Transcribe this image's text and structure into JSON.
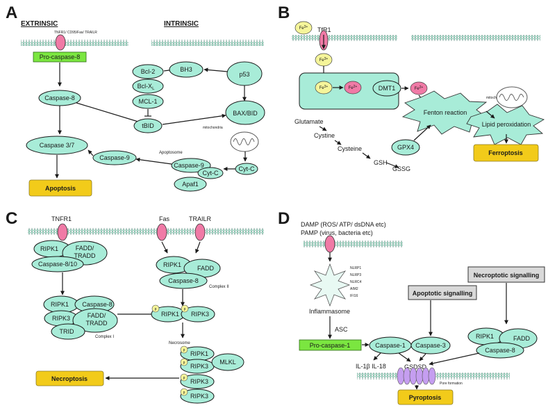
{
  "panels": {
    "A": {
      "letter": "A",
      "extrinsic": "EXTRINSIC",
      "intrinsic": "INTRINSIC",
      "receptors": "TNFR1/ CD95/Fas/ TRAILR",
      "pro_caspase8": "Pro-caspase-8",
      "caspase8": "Caspase-8",
      "caspase37": "Caspase 3/7",
      "apoptosis": "Apoptosis",
      "bh3": "BH3",
      "p53": "p53",
      "bcl2": "Bcl-2",
      "bclxl": "Bcl-X",
      "bclxl_sub": "L",
      "mcl1": "MCL-1",
      "tbid": "tBID",
      "baxbid": "BAX/BID",
      "mitochondria": "mitochondria",
      "apoptosome": "Apoptosome",
      "caspase9_left": "Caspase-9",
      "caspase9": "Caspase-9",
      "cytc1": "Cyt-C",
      "cytc2": "Cyt-C",
      "apaf1": "Apaf1"
    },
    "B": {
      "letter": "B",
      "fe3_out": "Fe",
      "fe3_out_sup": "3+",
      "tfr1": "TfR1",
      "fe3_mid": "Fe",
      "fe3_mid_sup": "3+",
      "fe3_in": "Fe",
      "fe3_in_sup": "3+",
      "fe2_in": "Fe",
      "fe2_in_sup": "2+",
      "dmt1": "DMT1",
      "fe2_out": "Fe",
      "fe2_out_sup": "2+",
      "mitochondria": "mitochondria",
      "fenton": "Fenton reaction",
      "lipid": "Lipid peroxidation",
      "glutamate": "Glutamate",
      "cystine": "Cystine",
      "cysteine": "Cysteine",
      "gsh": "GSH",
      "gssg": "GSSG",
      "gpx4": "GPX4",
      "ferroptosis": "Ferroptosis"
    },
    "C": {
      "letter": "C",
      "tnfr1": "TNFR1",
      "fas": "Fas",
      "trailr": "TRAILR",
      "ripk1_a": "RIPK1",
      "fadd_tradd_a": [
        "FADD/",
        "TRADD"
      ],
      "caspase810": "Caspase-8/10",
      "ripk1_b": "RIPK1",
      "fadd_b": "FADD",
      "caspase8_b": "Caspase-8",
      "complex2": "Complex II",
      "ripk1_c": "RIPK1",
      "caspase8_c": "Caspase-8",
      "ripk3_c": "RIPK3",
      "fadd_tradd_c": [
        "FADD/",
        "TRADD"
      ],
      "trid": "TRID",
      "complex1": "Complex I",
      "p": "p",
      "ripk1_d": "RIPK1",
      "ripk3_d": "RIPK3",
      "necrosome": "Necrosome",
      "ripk1_e": "RIPK1",
      "ripk3_e": "RIPK3",
      "mlkl": "MLKL",
      "ripk3_f": "RIPK3",
      "ripk3_g": "RIPK3",
      "necroptosis": "Necroptosis"
    },
    "D": {
      "letter": "D",
      "damp": "DAMP (ROS/ ATP/ dsDNA etc)",
      "pamp": "PAMP (virus, bacteria etc)",
      "nlr": [
        "NLRP1",
        "NLRP3",
        "NLRC4",
        "AIM2",
        "IFI16"
      ],
      "inflammasome": "Inflammasome",
      "asc": "ASC",
      "pro_caspase1": "Pro-caspase-1",
      "caspase1": "Caspase-1",
      "il": "IL-1β IL-18",
      "gsdsd": "GSDSD",
      "pore": "Pore formation",
      "pyroptosis": "Pyroptosis",
      "apoptotic": "Apoptotic signalling",
      "caspase3": "Caspase-3",
      "necroptotic": "Necroptotic signalling",
      "ripk1": "RIPK1",
      "fadd": "FADD",
      "caspase8": "Caspase-8"
    }
  }
}
